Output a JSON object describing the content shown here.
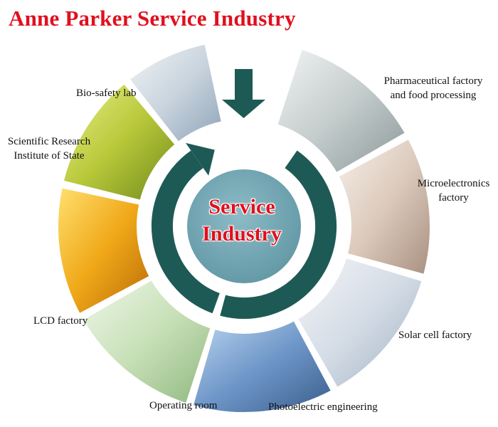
{
  "title": "Anne Parker Service Industry",
  "center": {
    "line1": "Service",
    "line2": "Industry"
  },
  "colors": {
    "title": "#e0101e",
    "ring": "#1e5a55",
    "center_disc": "#6fa4b0"
  },
  "sectors": [
    {
      "key": "biosafety",
      "label": "Bio-safety lab"
    },
    {
      "key": "pharma",
      "label_lines": [
        "Pharmaceutical factory",
        "and food processing"
      ]
    },
    {
      "key": "scientific",
      "label_lines": [
        "Scientific Research",
        "Institute of State"
      ]
    },
    {
      "key": "micro",
      "label_lines": [
        "Microelectronics",
        "factory"
      ]
    },
    {
      "key": "lcd",
      "label": "LCD factory"
    },
    {
      "key": "solar",
      "label": "Solar cell factory"
    },
    {
      "key": "operating",
      "label": "Operating room"
    },
    {
      "key": "photo",
      "label": "Photoelectric engineering"
    }
  ]
}
